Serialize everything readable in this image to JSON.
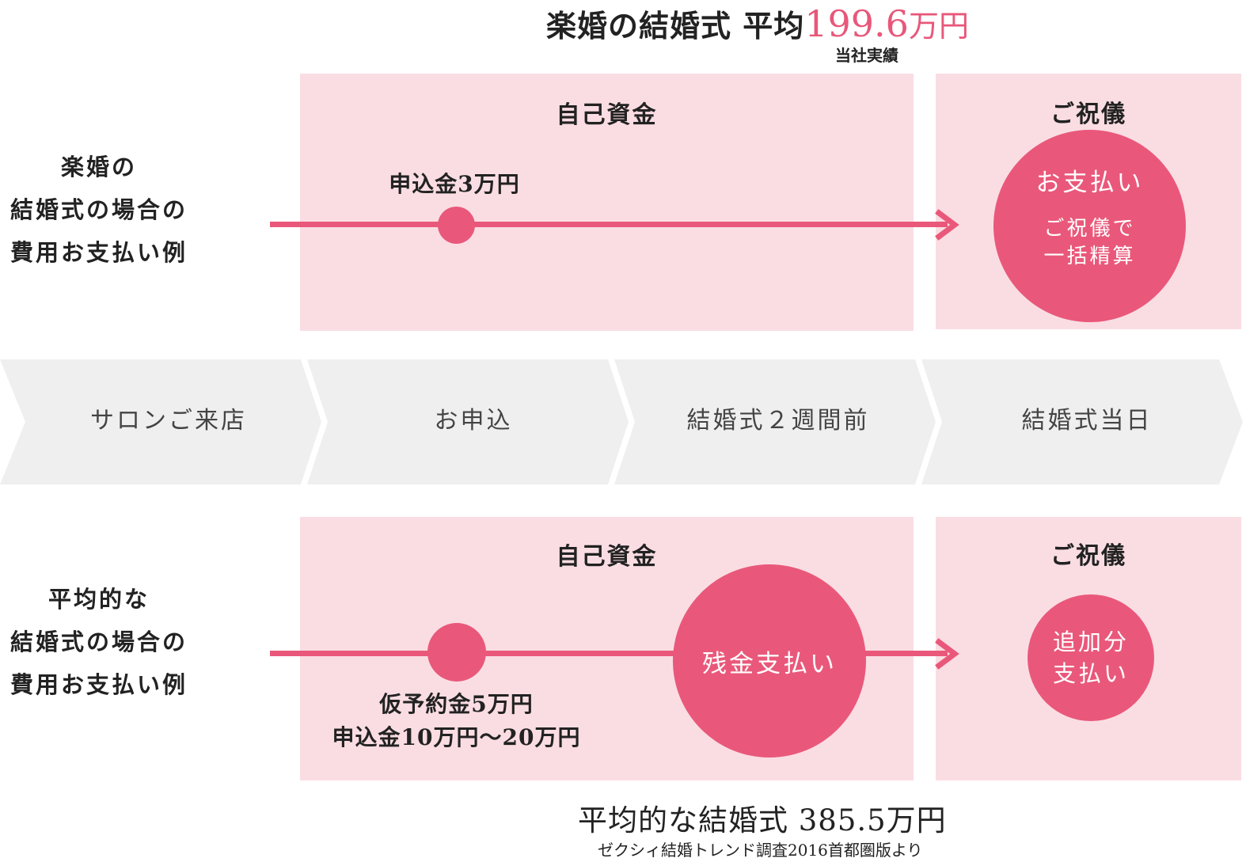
{
  "header": {
    "title_prefix": "楽婚の結婚式 平均",
    "title_amount": "199.6",
    "title_unit": "万円",
    "note": "当社実績"
  },
  "row1": {
    "label_lines": [
      "楽婚の",
      "結婚式の場合の",
      "費用お支払い例"
    ],
    "panel_left_title": "自己資金",
    "panel_right_title": "ご祝儀",
    "dot_label": "申込金3万円",
    "circle_title": "お支払い",
    "circle_sub_lines": [
      "ご祝儀で",
      "一括精算"
    ]
  },
  "steps": [
    "サロンご来店",
    "お申込",
    "結婚式２週間前",
    "結婚式当日"
  ],
  "row2": {
    "label_lines": [
      "平均的な",
      "結婚式の場合の",
      "費用お支払い例"
    ],
    "panel_left_title": "自己資金",
    "panel_right_title": "ご祝儀",
    "dot_label_lines": [
      "仮予約金5万円",
      "申込金10万円〜20万円"
    ],
    "big_circle_label": "残金支払い",
    "right_circle_lines": [
      "追加分",
      "支払い"
    ]
  },
  "footer": {
    "title": "平均的な結婚式 385.5万円",
    "source": "ゼクシィ結婚トレンド調査2016首都圏版より"
  },
  "colors": {
    "accent": "#e9587a",
    "panel": "#fadde3",
    "step": "#efefef"
  }
}
